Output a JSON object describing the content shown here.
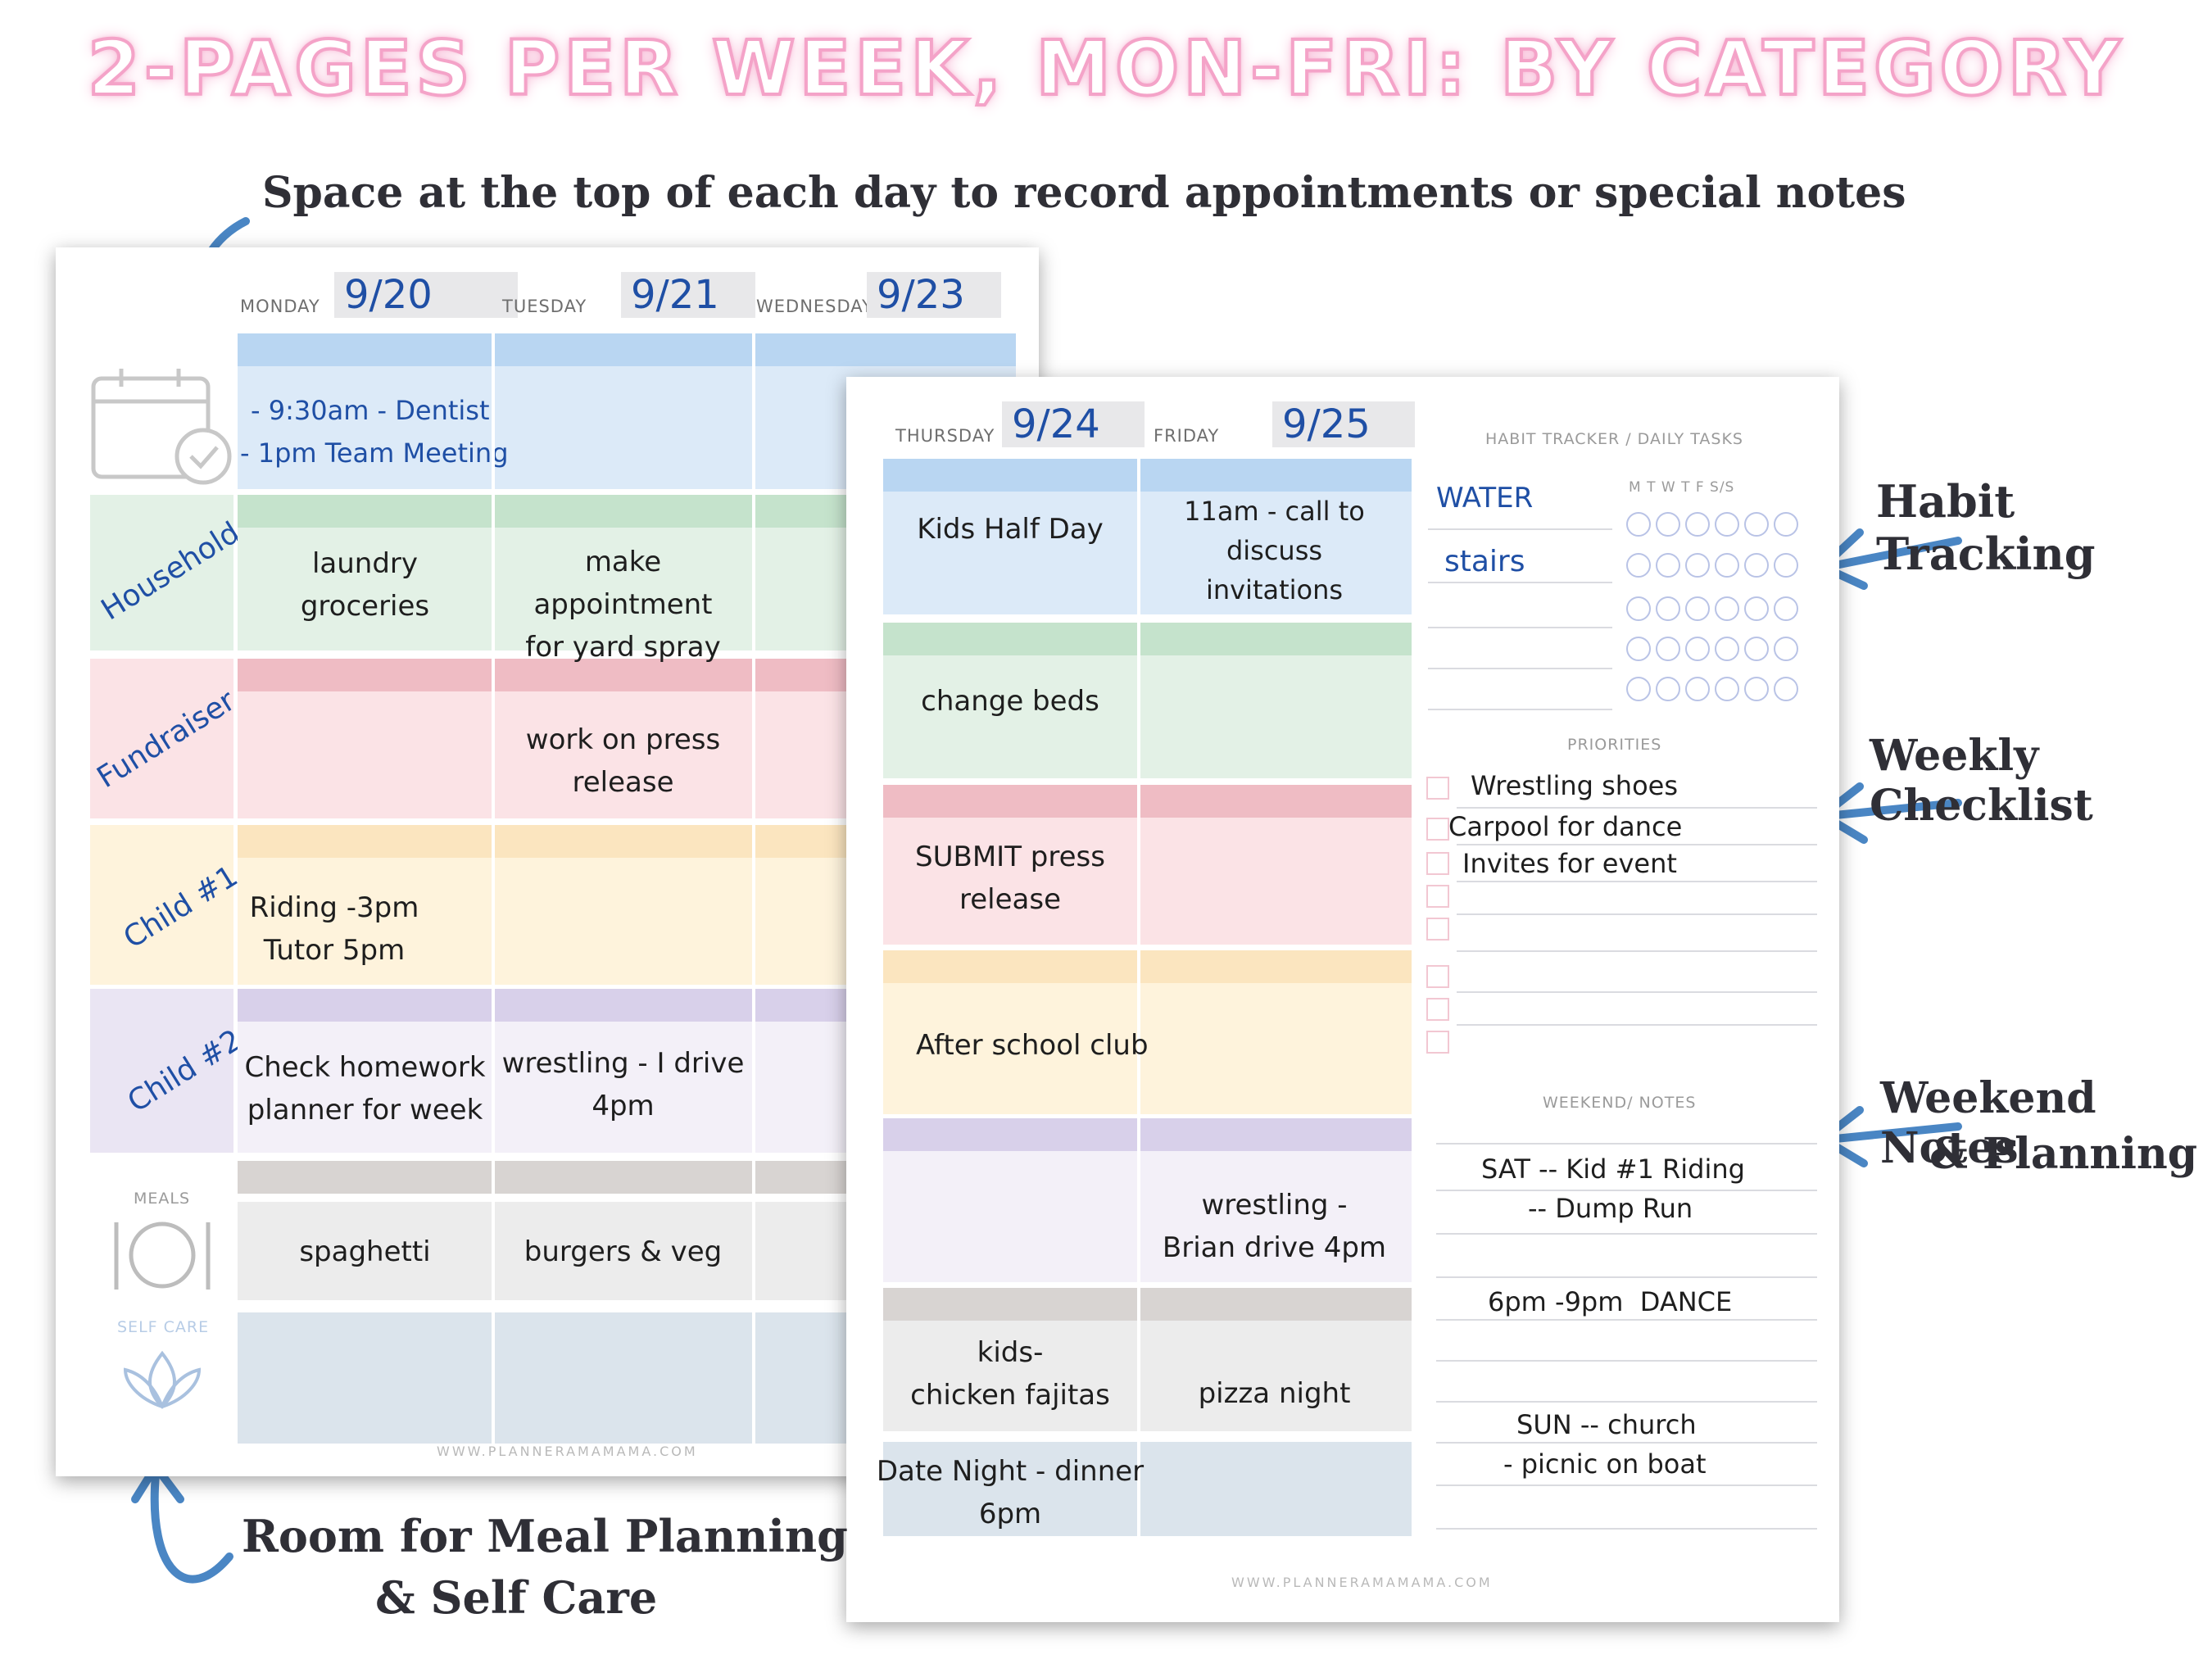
{
  "title": "2-PAGES PER WEEK, MON-FRI: BY CATEGORY",
  "callouts": {
    "top": "Space at the top of each day to record appointments or special notes",
    "habit": "Habit Tracking",
    "checklist": "Weekly Checklist",
    "weekend_1": "Weekend Notes",
    "weekend_2": "& Planning",
    "meal_1": "Room for Meal Planning",
    "meal_2": "& Self Care"
  },
  "left_page": {
    "days": [
      {
        "label": "MONDAY",
        "date": "9/20"
      },
      {
        "label": "TUESDAY",
        "date": "9/21"
      },
      {
        "label": "WEDNESDAY",
        "date": "9/23"
      }
    ],
    "appointments": [
      "- 9:30am - Dentist",
      "- 1pm Team Meeting"
    ],
    "categories": [
      "Household",
      "Fundraiser",
      "Child #1",
      "Child #2"
    ],
    "household": {
      "mon": "laundry\ngroceries",
      "tue": "make appointment\nfor yard spray"
    },
    "fundraiser": {
      "tue": "work on press\nrelease"
    },
    "child1": {
      "mon": "Riding -3pm\nTutor 5pm"
    },
    "child2": {
      "mon": "Check homework\nplanner for week",
      "tue": "wrestling - I drive\n4pm"
    },
    "meals_label": "MEALS",
    "selfcare_label": "SELF CARE",
    "meals": {
      "mon": "spaghetti",
      "tue": "burgers & veg"
    },
    "footer": "WWW.PLANNERAMAMAMA.COM"
  },
  "right_page": {
    "days": [
      {
        "label": "THURSDAY",
        "date": "9/24"
      },
      {
        "label": "FRIDAY",
        "date": "9/25"
      }
    ],
    "top": {
      "thu": "Kids Half Day",
      "fri": "11am - call to\ndiscuss\ninvitations"
    },
    "household": {
      "thu": "change beds"
    },
    "fundraiser": {
      "thu": "SUBMIT press\nrelease"
    },
    "child1": {
      "thu": "After school club"
    },
    "child2": {
      "fri": "wrestling -\nBrian drive 4pm"
    },
    "meals": {
      "thu": "kids-\nchicken fajitas",
      "fri": "pizza night"
    },
    "selfcare": {
      "thu": "Date Night - dinner\n6pm"
    },
    "habit_header": "HABIT TRACKER / DAILY TASKS",
    "habit_days": "M  T  W  T  F  S/S",
    "habits": [
      "WATER",
      "stairs"
    ],
    "priorities_header": "PRIORITIES",
    "priorities": [
      "Wrestling shoes",
      "Carpool for dance",
      "Invites for event"
    ],
    "weekend_header": "WEEKEND/ NOTES",
    "weekend": [
      "SAT -- Kid #1 Riding",
      "-- Dump Run",
      "6pm -9pm  DANCE",
      "SUN -- church",
      "- picnic on boat"
    ],
    "footer": "WWW.PLANNERAMAMAMA.COM"
  },
  "colors": {
    "blue": "#dceaf8",
    "blue_hdr": "#b9d6f2",
    "green": "#e3f1e6",
    "green_hdr": "#c5e3cc",
    "red": "#fbe3e6",
    "red_hdr": "#efbcc4",
    "yellow": "#fef3dc",
    "yellow_hdr": "#fbe5bf",
    "purple": "#eae5f3",
    "purple_hdr": "#d8d0ea",
    "gray": "#ececec",
    "gray_hdr": "#d8d4d2",
    "slate": "#dbe4ec"
  }
}
